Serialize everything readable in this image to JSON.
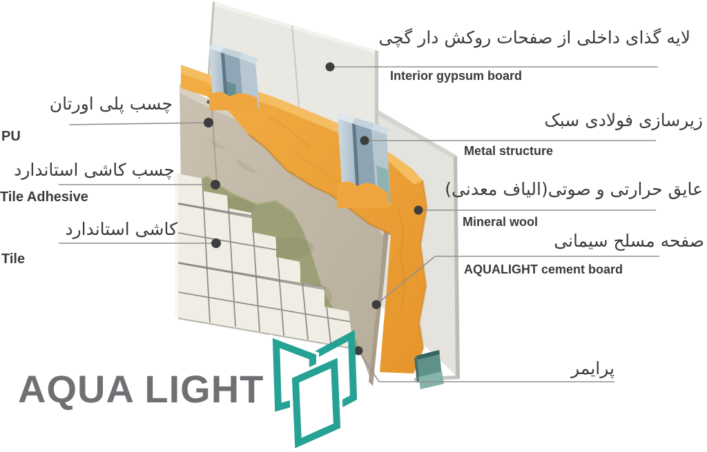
{
  "brand": {
    "logo_text": "AQUA LIGHT",
    "teal": "#26a295",
    "logo_gray": "#6f7073"
  },
  "labels": {
    "right": [
      {
        "fa": "لایه گذای داخلی از صفحات روکش دار گچی",
        "en": "Interior gypsum board"
      },
      {
        "fa": "زیرسازی فولادی سبک",
        "en": "Metal structure"
      },
      {
        "fa": "عایق حرارتی و صوتی(الیاف معدنی)",
        "en": "Mineral wool"
      },
      {
        "fa": "صفحه مسلح سیمانی",
        "en": "AQUALIGHT cement board"
      },
      {
        "fa": "پرایمر",
        "en": ""
      }
    ],
    "left": [
      {
        "fa": "چسب پلی اورتان",
        "en": "PU"
      },
      {
        "fa": "چسب کاشی استاندارد",
        "en": "Tile Adhesive"
      },
      {
        "fa": "کاشی استاندارد",
        "en": "Tile"
      }
    ]
  },
  "diagram_colors": {
    "mineral_wool": "#efa63e",
    "cement_board": "#c6bcab",
    "tile_adhesive": "#9da077",
    "tile": "#f0ede5",
    "gypsum": "#e8e7e2",
    "steel": "#9fb6c4",
    "track_teal": "#5d918a",
    "leader_line": "#8f8f8f",
    "text": "#3a3a3c"
  }
}
